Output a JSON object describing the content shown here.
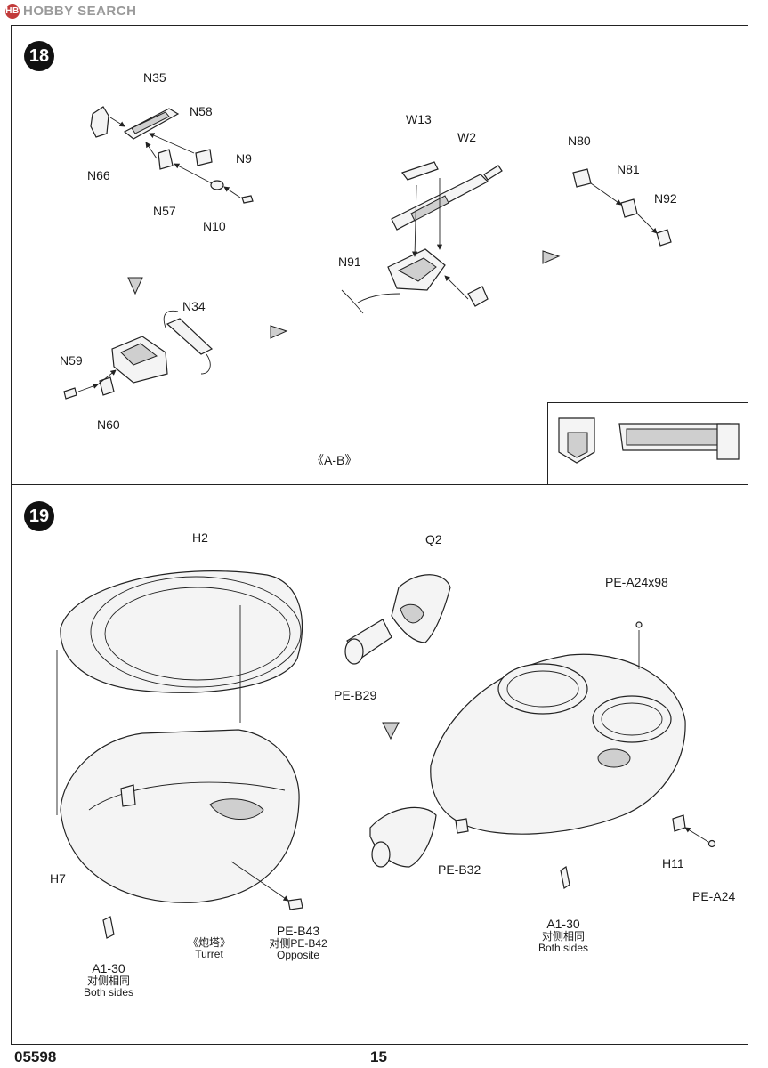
{
  "watermark": {
    "logo": "HB",
    "text": "HOBBY SEARCH"
  },
  "steps": [
    {
      "number": "18",
      "labels": [
        "N35",
        "N58",
        "N9",
        "N66",
        "N57",
        "N10",
        "N34",
        "N59",
        "N60",
        "W13",
        "W2",
        "N91",
        "N80",
        "N81",
        "N92"
      ],
      "note": "《A-B》"
    },
    {
      "number": "19",
      "labels": [
        "H2",
        "Q2",
        "PE-A24x98",
        "PE-B29",
        "H7",
        "PE-B32",
        "H11",
        "PE-A24"
      ],
      "callouts": {
        "pe_b43": "PE-B43",
        "pe_b42": "对侧PE-B42",
        "opposite": "Opposite",
        "turret_cn": "《炮塔》",
        "turret": "Turret",
        "a130_left": "A1-30",
        "same_left_cn": "对侧相同",
        "both_left": "Both sides",
        "a130_right": "A1-30",
        "same_right_cn": "对侧相同",
        "both_right": "Both sides"
      }
    }
  ],
  "footer": {
    "code": "05598",
    "page": "15"
  }
}
